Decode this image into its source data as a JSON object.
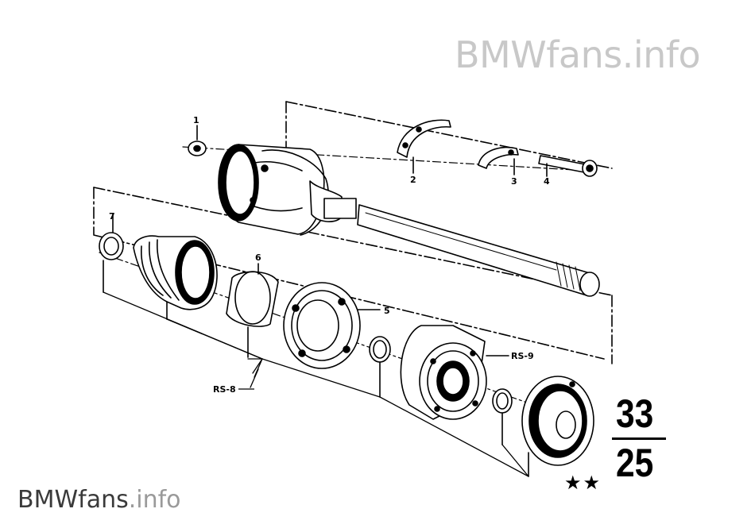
{
  "watermark": {
    "top_text": "BMWfans.info",
    "bottom_brand": "BMWfans",
    "bottom_suffix": ".info"
  },
  "group_number": {
    "top": "33",
    "bottom": "25",
    "stars": "★★"
  },
  "callouts": [
    {
      "id": "1",
      "text": "1"
    },
    {
      "id": "2",
      "text": "2"
    },
    {
      "id": "3",
      "text": "3"
    },
    {
      "id": "4",
      "text": "4"
    },
    {
      "id": "5",
      "text": "5"
    },
    {
      "id": "6",
      "text": "6"
    },
    {
      "id": "7",
      "text": "7"
    },
    {
      "id": "rs9",
      "text": "RS-9"
    },
    {
      "id": "rs8",
      "text": "RS-8"
    }
  ],
  "colors": {
    "line": "#000000",
    "watermark_light": "#c8c8c8",
    "watermark_dark": "#3a3a3a"
  }
}
